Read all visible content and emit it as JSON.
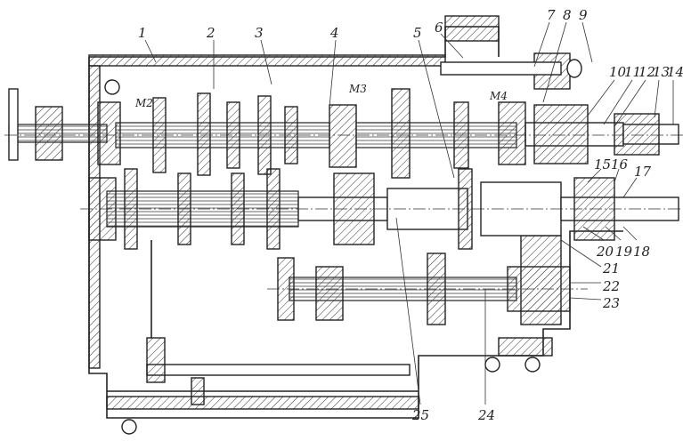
{
  "figure": {
    "part_labels": [
      "1",
      "2",
      "3",
      "4",
      "5",
      "6",
      "7",
      "8",
      "9",
      "10",
      "11",
      "12",
      "13",
      "14",
      "15",
      "16",
      "17",
      "18",
      "19",
      "20",
      "21",
      "22",
      "23",
      "24",
      "25"
    ],
    "clutch_labels": {
      "m2": "M2",
      "m3": "M3",
      "m4": "M4"
    }
  }
}
